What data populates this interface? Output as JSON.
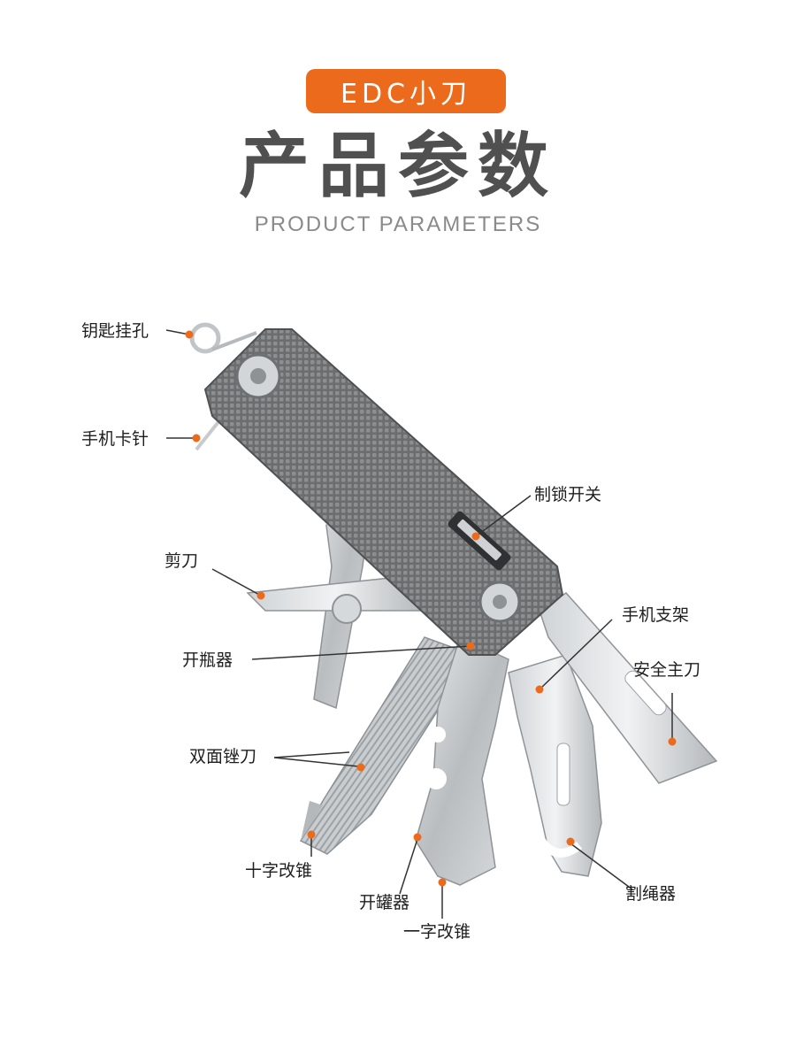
{
  "header": {
    "badge": "EDC小刀",
    "title": "产品参数",
    "subtitle": "PRODUCT PARAMETERS"
  },
  "accent_color": "#ec6a1c",
  "callouts": {
    "key_hole": "钥匙挂孔",
    "sim_pin": "手机卡针",
    "lock_switch": "制锁开关",
    "scissors": "剪刀",
    "phone_stand": "手机支架",
    "safety_blade": "安全主刀",
    "bottle_opener": "开瓶器",
    "double_file": "双面锉刀",
    "phillips_driver": "十字改锥",
    "can_opener": "开罐器",
    "flat_driver": "一字改锥",
    "rope_cutter": "割绳器"
  }
}
